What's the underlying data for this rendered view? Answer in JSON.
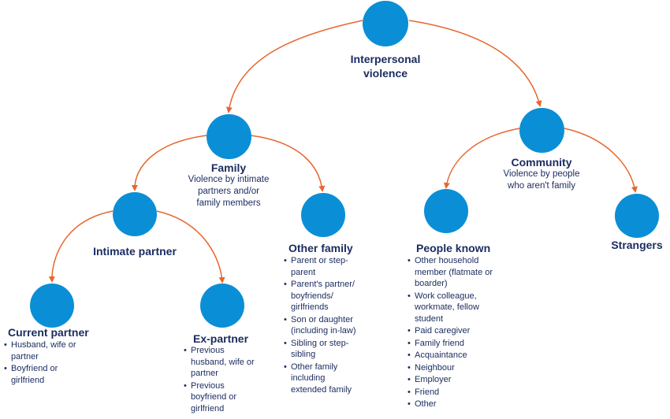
{
  "colors": {
    "node": "#0a8fd6",
    "arrow": "#e8662e",
    "text": "#1a2b5f"
  },
  "root": {
    "title": "Interpersonal violence"
  },
  "family": {
    "title": "Family",
    "description": "Violence by intimate partners and/or family members"
  },
  "community": {
    "title": "Community",
    "description": "Violence by people who aren't family"
  },
  "intimate_partner": {
    "title": "Intimate partner"
  },
  "other_family": {
    "title": "Other family",
    "items": [
      "Parent or step-parent",
      "Parent's partner/ boyfriends/ girlfriends",
      "Son or daughter (including in-law)",
      "Sibling or step-sibling",
      "Other family including extended family"
    ]
  },
  "people_known": {
    "title": "People known",
    "items": [
      "Other household member (flatmate or boarder)",
      "Work colleague, workmate, fellow student",
      "Paid caregiver",
      "Family friend",
      "Acquaintance",
      "Neighbour",
      "Employer",
      "Friend",
      "Other"
    ]
  },
  "strangers": {
    "title": "Strangers"
  },
  "current_partner": {
    "title": "Current partner",
    "items": [
      "Husband, wife or partner",
      "Boyfriend or girlfriend"
    ]
  },
  "ex_partner": {
    "title": "Ex-partner",
    "items": [
      "Previous husband, wife or partner",
      "Previous boyfriend or girlfriend"
    ]
  }
}
